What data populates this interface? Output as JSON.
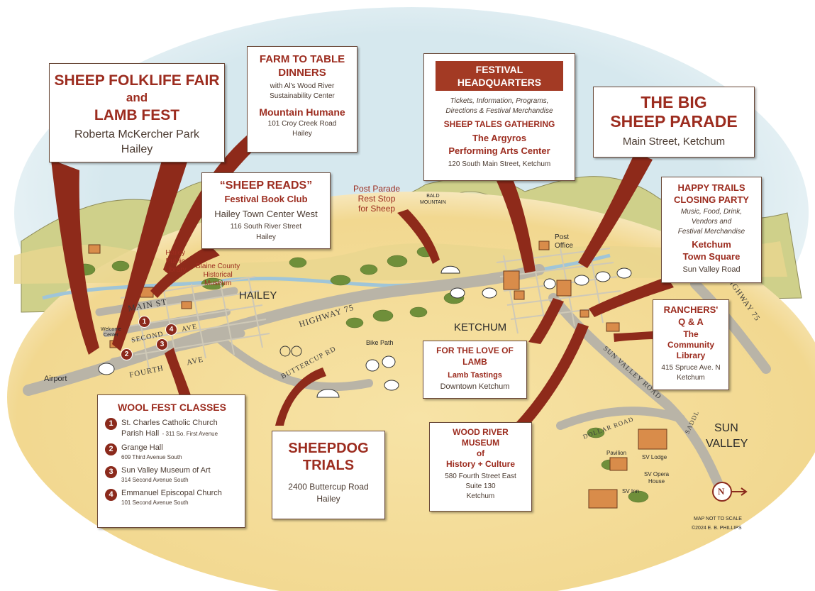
{
  "colors": {
    "accent": "#9c2c1f",
    "banner": "#a33a24",
    "text": "#4a3a30",
    "land": "#f2d890",
    "hills": "#cfd08a",
    "sky": "#b9d9e6"
  },
  "boxes": {
    "folklife": {
      "title1": "SHEEP FOLKLIFE FAIR",
      "and": "and",
      "title2": "LAMB FEST",
      "place": "Roberta McKercher Park",
      "town": "Hailey"
    },
    "farm": {
      "title1": "FARM TO TABLE",
      "title2": "DINNERS",
      "sub1": "with Al's Wood River",
      "sub2": "Sustainability Center",
      "venue": "Mountain Humane",
      "addr": "101 Croy Creek Road",
      "town": "Hailey"
    },
    "hq": {
      "banner1": "FESTIVAL",
      "banner2": "HEADQUARTERS",
      "desc1": "Tickets, Information, Programs,",
      "desc2": "Directions & Festival Merchandise",
      "event": "SHEEP TALES GATHERING",
      "venue1": "The Argyros",
      "venue2": "Performing Arts Center",
      "addr": "120 South Main Street, Ketchum"
    },
    "parade": {
      "title1": "THE BIG",
      "title2": "SHEEP PARADE",
      "place": "Main Street, Ketchum"
    },
    "reads": {
      "title": "“SHEEP READS”",
      "sub": "Festival Book Club",
      "venue": "Hailey Town Center West",
      "addr": "116 South River Street",
      "town": "Hailey"
    },
    "happy": {
      "title1": "HAPPY TRAILS",
      "title2": "CLOSING PARTY",
      "d1": "Music, Food, Drink,",
      "d2": "Vendors and",
      "d3": "Festival Merchandise",
      "venue1": "Ketchum",
      "venue2": "Town Square",
      "addr": "Sun Valley Road"
    },
    "ranchers": {
      "title1": "RANCHERS'",
      "title2": "Q & A",
      "v1": "The",
      "v2": "Community",
      "v3": "Library",
      "addr": "415 Spruce Ave. N",
      "town": "Ketchum"
    },
    "love": {
      "title1": "FOR THE LOVE OF",
      "title2": "LAMB",
      "sub": "Lamb Tastings",
      "place": "Downtown Ketchum"
    },
    "wool": {
      "title": "WOOL FEST CLASSES",
      "items": [
        {
          "n": "1",
          "name": "St. Charles Catholic Church",
          "name2": "Parish Hall",
          "addr": "- 311  So. First Avenue"
        },
        {
          "n": "2",
          "name": "Grange Hall",
          "addr": "609 Third Avenue South"
        },
        {
          "n": "3",
          "name": "Sun Valley Museum of Art",
          "addr": "314 Second Avenue South"
        },
        {
          "n": "4",
          "name": "Emmanuel Episcopal Church",
          "addr": "101 Second Avenue South"
        }
      ]
    },
    "sheepdog": {
      "title1": "SHEEPDOG",
      "title2": "TRIALS",
      "addr": "2400 Buttercup Road",
      "town": "Hailey"
    },
    "museum": {
      "t1": "WOOD RIVER",
      "t2": "MUSEUM",
      "t3": "of",
      "t4": "History + Culture",
      "addr1": "580 Fourth Street East",
      "addr2": "Suite 130",
      "town": "Ketchum"
    }
  },
  "labels": {
    "hailey": "HAILEY",
    "ketchum": "KETCHUM",
    "sun": "SUN",
    "valley": "VALLEY",
    "library1": "Hailey",
    "library2": "Public",
    "library3": "Library",
    "museum1": "Blaine County",
    "museum2": "Historical",
    "museum3": "Museum",
    "rest1": "Post Parade",
    "rest2": "Rest Stop",
    "rest3": "for Sheep",
    "bald1": "BALD",
    "bald2": "MOUNTAIN",
    "post1": "Post",
    "post2": "Office",
    "welcome1": "Welcome",
    "welcome2": "Center",
    "airport": "Airport",
    "bikepath": "Bike Path",
    "pavilion": "Pavilion",
    "svlodge": "SV Lodge",
    "svopera1": "SV Opera",
    "svopera2": "House",
    "svinn": "SV Inn",
    "scale": "MAP NOT TO SCALE",
    "credit": "©2024  E. B. PHILLIPS",
    "north": "N"
  },
  "roads": {
    "main": "MAIN   ST",
    "second": "SECOND",
    "ave": "AVE",
    "fourth": "FOURTH",
    "fourthave": "AVE",
    "hwy": "HIGHWAY 75",
    "hwy2": "HIGHWAY 75",
    "buttercup": "BUTTERCUP RD",
    "sunvalley": "SUN VALLEY ROAD",
    "dollar": "DOLLAR ROAD",
    "saddle": "SADDL"
  },
  "markers": [
    "1",
    "2",
    "3",
    "4"
  ]
}
